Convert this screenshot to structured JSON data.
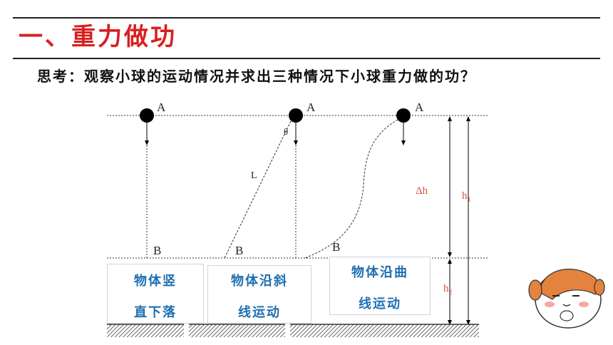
{
  "slide": {
    "title": "一、重力做功",
    "question": "思考：观察小球的运动情况并求出三种情况下小球重力做的功？"
  },
  "diagram": {
    "point_top": "A",
    "point_bottom": "B",
    "theta_label": "θ",
    "length_label": "L",
    "delta_h_label": "Δh",
    "h1_label": "h",
    "h1_sub": "1",
    "h2_label": "h",
    "h2_sub": "2",
    "colors": {
      "line": "#333333",
      "delta_h": "#d9503f",
      "h_labels": "#d9503f",
      "ball": "#000000",
      "caption": "#1f6fb0"
    }
  },
  "cases": [
    {
      "line1": "物体竖",
      "line2": "直下落"
    },
    {
      "line1": "物体沿斜",
      "line2": "线运动"
    },
    {
      "line1": "物体沿曲",
      "line2": "线运动"
    }
  ],
  "mascot": {
    "icon": "hamster-mascot-icon"
  }
}
